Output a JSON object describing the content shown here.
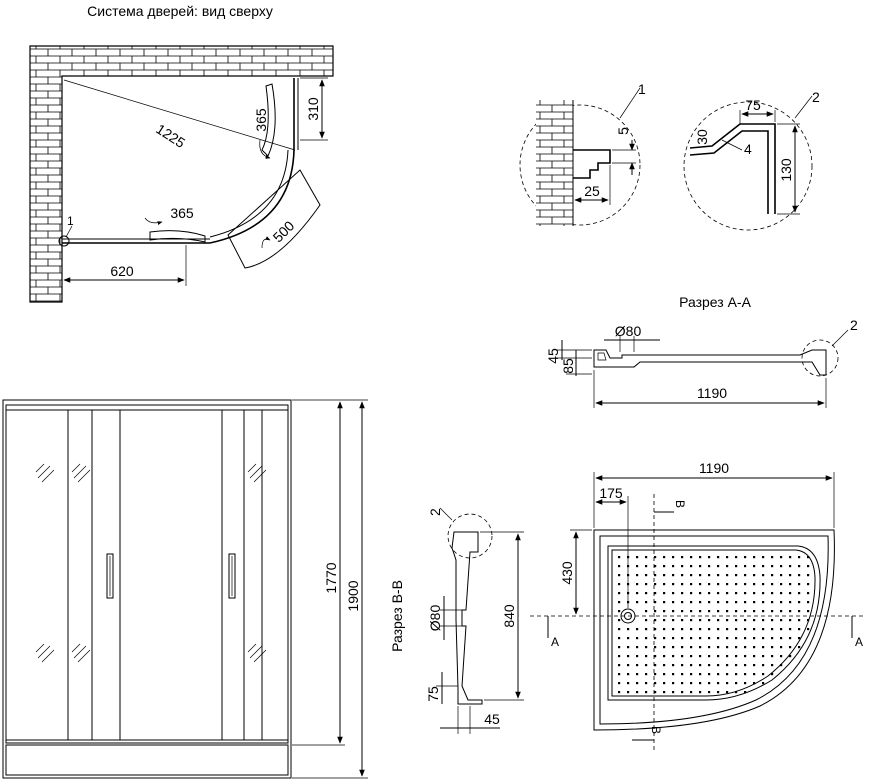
{
  "titles": {
    "top_view": "Система дверей: вид сверху",
    "section_aa": "Разрез А-А",
    "section_bb": "Разрез В-В"
  },
  "top_view_dims": {
    "diag": "1225",
    "arc_side": "365",
    "side_310": "310",
    "arc_bottom": "365",
    "opening": "500",
    "width_620": "620",
    "callout": "1"
  },
  "detail1": {
    "label": "1",
    "d5": "5",
    "d25": "25"
  },
  "detail2": {
    "label": "2",
    "d75": "75",
    "d30": "30",
    "d4": "4",
    "d130": "130"
  },
  "section_aa_dims": {
    "d45": "45",
    "d85": "85",
    "dia80": "Ø80",
    "width": "1190",
    "callout": "2"
  },
  "section_bb_dims": {
    "callout": "2",
    "dia80": "Ø80",
    "h840": "840",
    "h75": "75",
    "d45": "45"
  },
  "front_dims": {
    "h1770": "1770",
    "h1900": "1900"
  },
  "plan_dims": {
    "width": "1190",
    "d175": "175",
    "d430": "430",
    "mark_b": "В",
    "mark_a": "А"
  }
}
